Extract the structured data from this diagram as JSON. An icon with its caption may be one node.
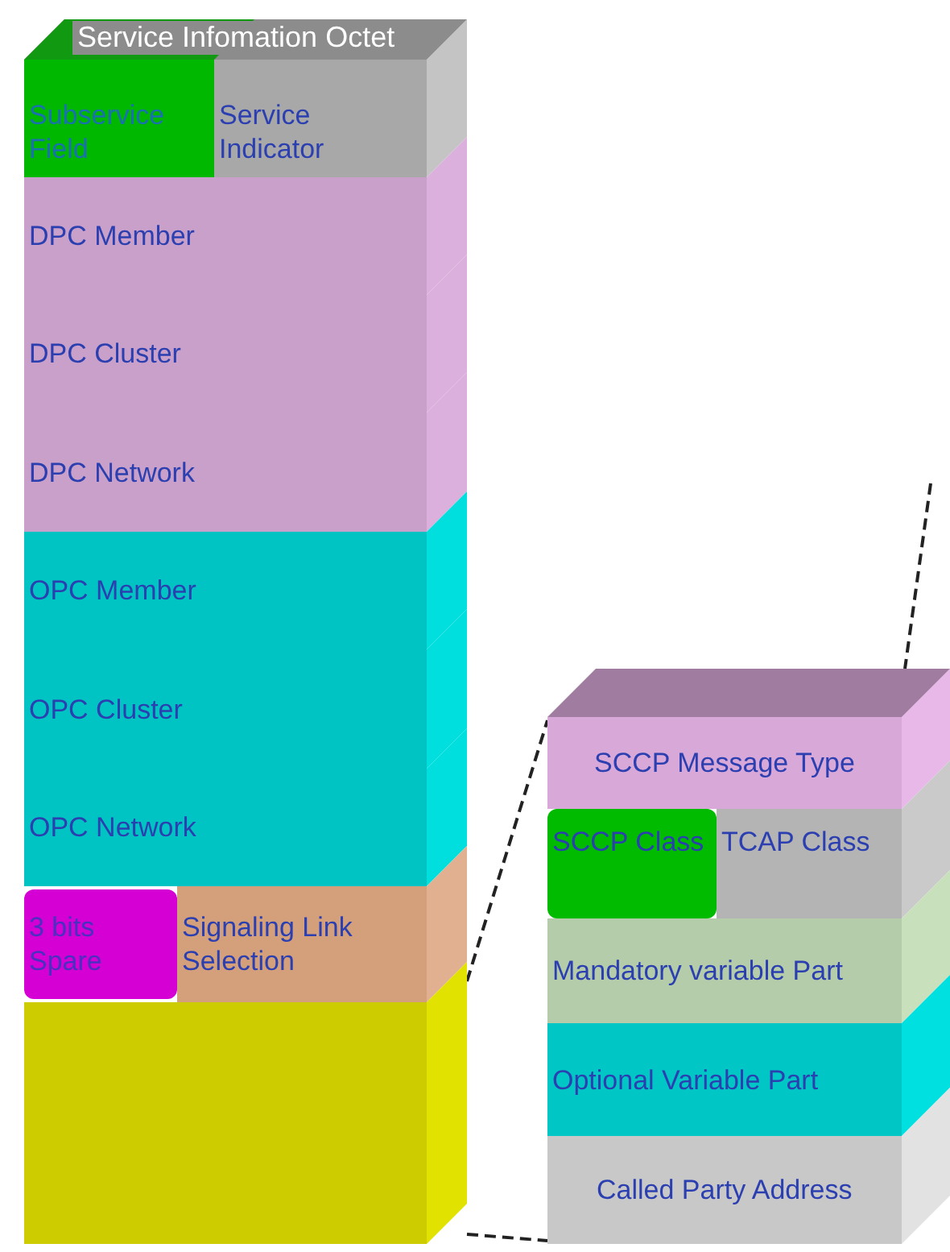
{
  "diagram": {
    "nodes": [
      {
        "text": [
          "Service Infomation Octet"
        ]
      },
      {
        "text": [
          "Subservice Field"
        ],
        "in": 0
      },
      {
        "text": [
          "Service Indicator"
        ],
        "in": 0
      },
      {
        "text": [
          "DPC Member"
        ]
      },
      {
        "text": [
          "DPC Cluster"
        ]
      },
      {
        "text": [
          "DPC Network"
        ]
      },
      {
        "text": [
          "OPC Member"
        ]
      },
      {
        "text": [
          "OPC Cluster"
        ]
      },
      {
        "text": [
          "OPC Network"
        ]
      },
      {
        "text": [
          "3 bits Spare"
        ]
      },
      {
        "text": [
          "Signaling Link Selection"
        ]
      },
      {
        "text": [],
        "shape": "box"
      },
      {
        "text": [
          "SCCP Message Type"
        ]
      },
      {
        "text": [
          "SCCP Class"
        ]
      },
      {
        "text": [
          "TCAP Class"
        ]
      },
      {
        "text": [
          "Mandatory variable Part"
        ]
      },
      {
        "text": [
          "Optional Variable Part"
        ]
      },
      {
        "text": [
          "Called Party Address"
        ]
      }
    ],
    "edges": [
      {
        "from": 11,
        "to": 12,
        "arrow": "none",
        "style": "dashed"
      },
      {
        "from": 11,
        "to": 17,
        "arrow": "none",
        "style": "dashed"
      },
      {
        "from": null,
        "to": 12,
        "arrow": "none",
        "style": "dashed"
      }
    ]
  }
}
